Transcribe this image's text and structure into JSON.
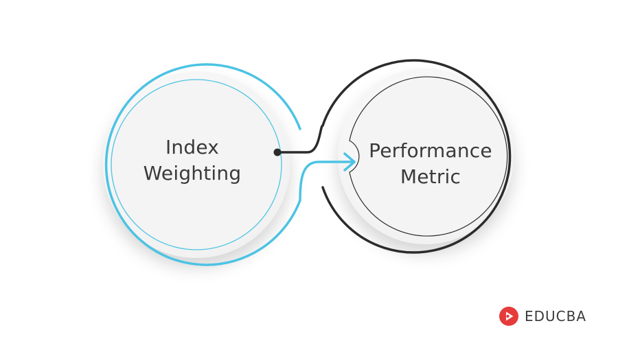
{
  "diagram": {
    "nodes": [
      {
        "line1": "Index",
        "line2": "Weighting"
      },
      {
        "line1": "Performance",
        "line2": "Metric"
      }
    ]
  },
  "brand": {
    "name": "EDUCBA",
    "logo_icon": "play-icon"
  },
  "colors": {
    "accent_blue": "#4cc3e3",
    "ring_dark": "#2b2b2b",
    "inner_fill": "#f4f4f4",
    "text": "#3a3a3a",
    "logo_red": "#e63b3b"
  }
}
